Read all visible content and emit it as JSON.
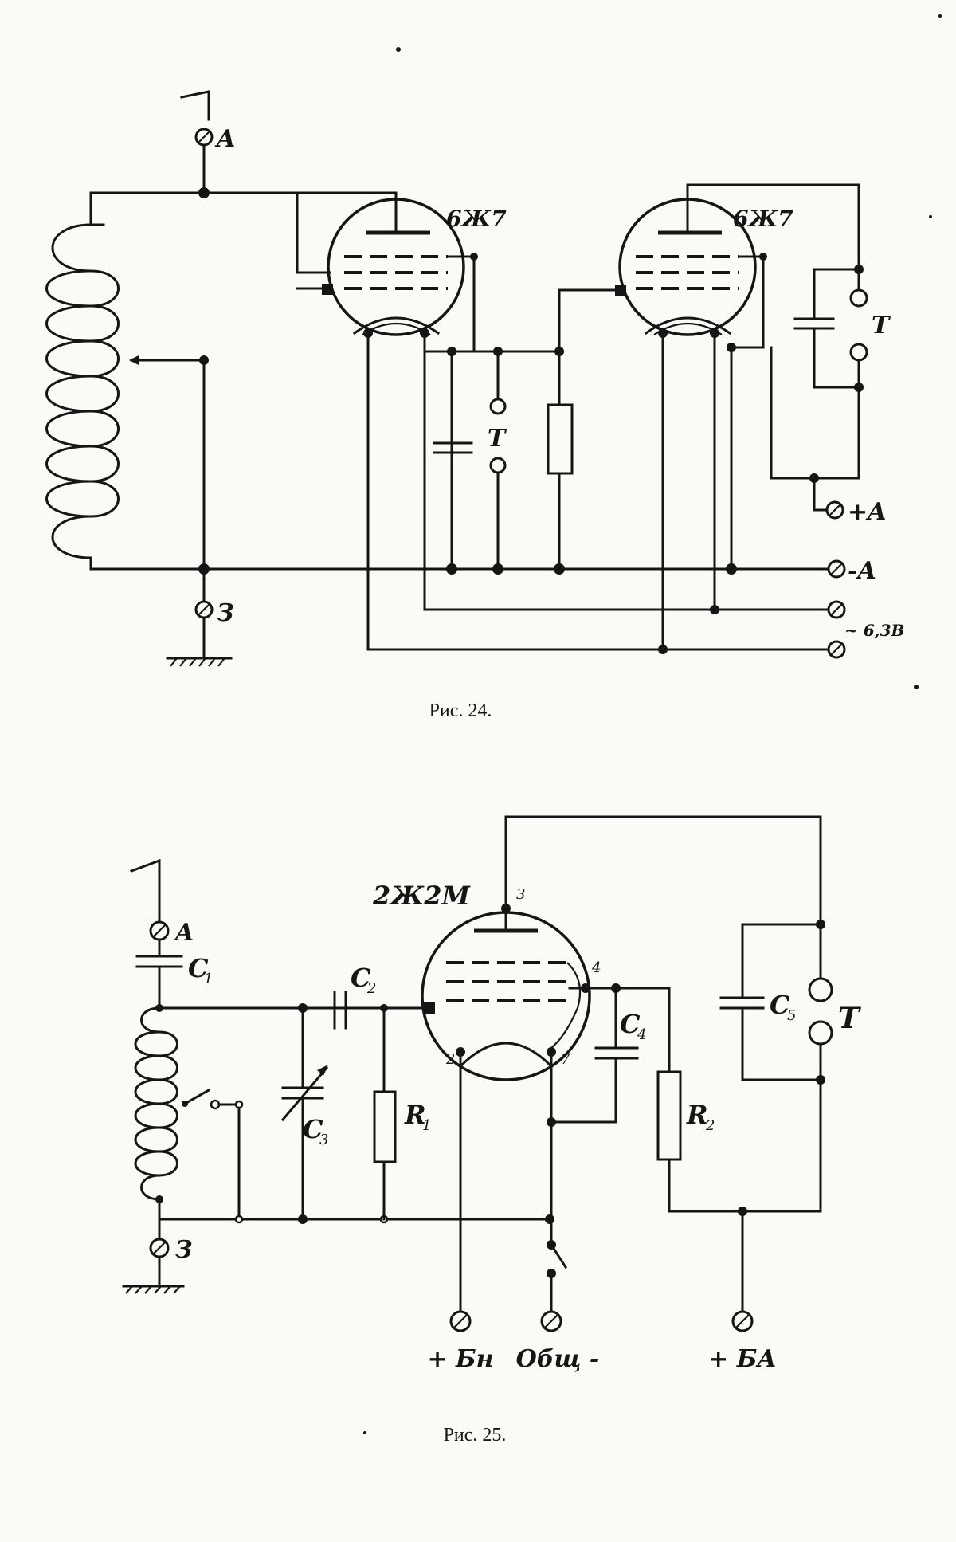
{
  "figure24": {
    "caption": "Рис. 24.",
    "tube1_label": "6Ж7",
    "tube2_label": "6Ж7",
    "antenna_label": "A",
    "ground_label": "З",
    "phones_label_1": "T",
    "phones_label_2": "T",
    "plus_a_label": "+A",
    "minus_a_label": "-A",
    "filament_label": "~ 6,3В"
  },
  "figure25": {
    "caption": "Рис. 25.",
    "tube_label": "2Ж2М",
    "antenna_label": "A",
    "ground_label": "З",
    "c1": "C",
    "c1_sub": "1",
    "c2": "C",
    "c2_sub": "2",
    "c3": "C",
    "c3_sub": "3",
    "c4": "C",
    "c4_sub": "4",
    "c5": "C",
    "c5_sub": "5",
    "r1": "R",
    "r1_sub": "1",
    "r2": "R",
    "r2_sub": "2",
    "phones_label": "T",
    "pin_3": "3",
    "pin_4": "4",
    "pin_2": "2",
    "pin_7": "7",
    "term_bn": "+ Бн",
    "term_common": "Общ -",
    "term_ba": "+ БА"
  }
}
